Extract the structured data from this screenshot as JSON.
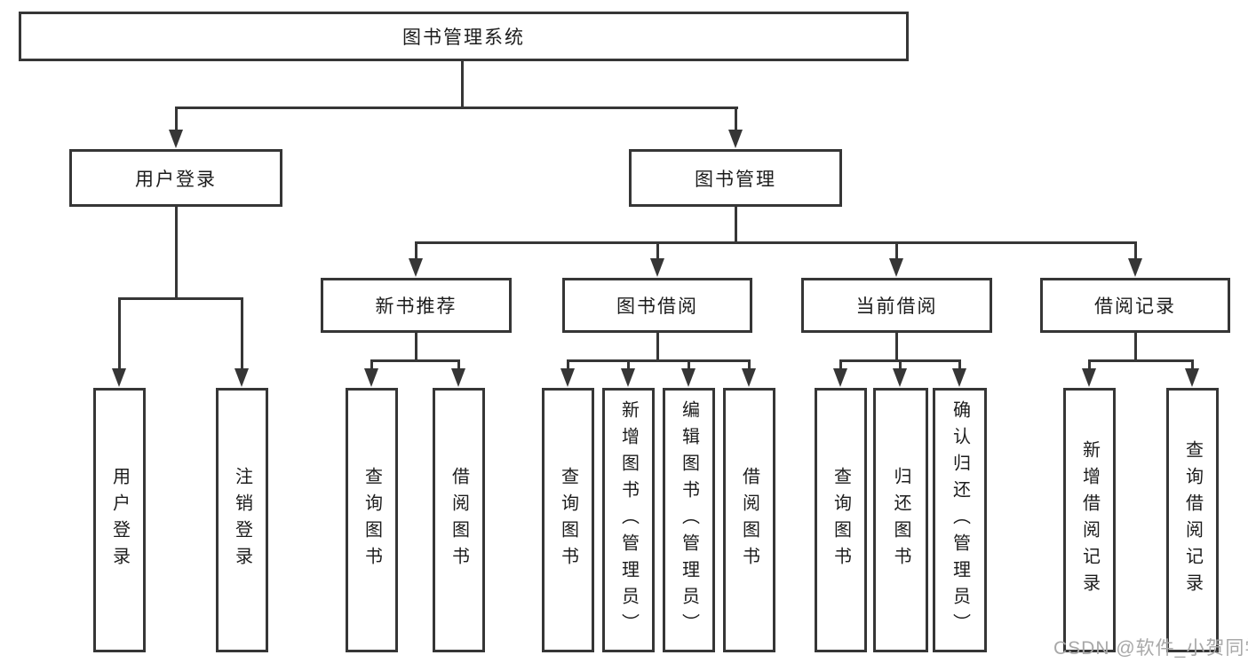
{
  "nodes": {
    "root": {
      "label": "图书管理系统"
    },
    "level2": [
      {
        "label": "用户登录"
      },
      {
        "label": "图书管理"
      }
    ],
    "level3": [
      {
        "label": "新书推荐"
      },
      {
        "label": "图书借阅"
      },
      {
        "label": "当前借阅"
      },
      {
        "label": "借阅记录"
      }
    ],
    "leaves": {
      "user_login": [
        "用户登录",
        "注销登录"
      ],
      "new_books": [
        "查询图书",
        "借阅图书"
      ],
      "book_borrow": [
        "查询图书",
        "新增图书（管理员）",
        "编辑图书（管理员）",
        "借阅图书"
      ],
      "current_borrow": [
        "查询图书",
        "归还图书",
        "确认归还（管理员）"
      ],
      "borrow_records": [
        "新增借阅记录",
        "查询借阅记录"
      ]
    }
  },
  "watermark": {
    "text": "CSDN @软件_小贺同学"
  },
  "colors": {
    "line": "#363636",
    "text": "#1c1c1c",
    "watermark": "#a8a8a8",
    "background": "#ffffff"
  }
}
